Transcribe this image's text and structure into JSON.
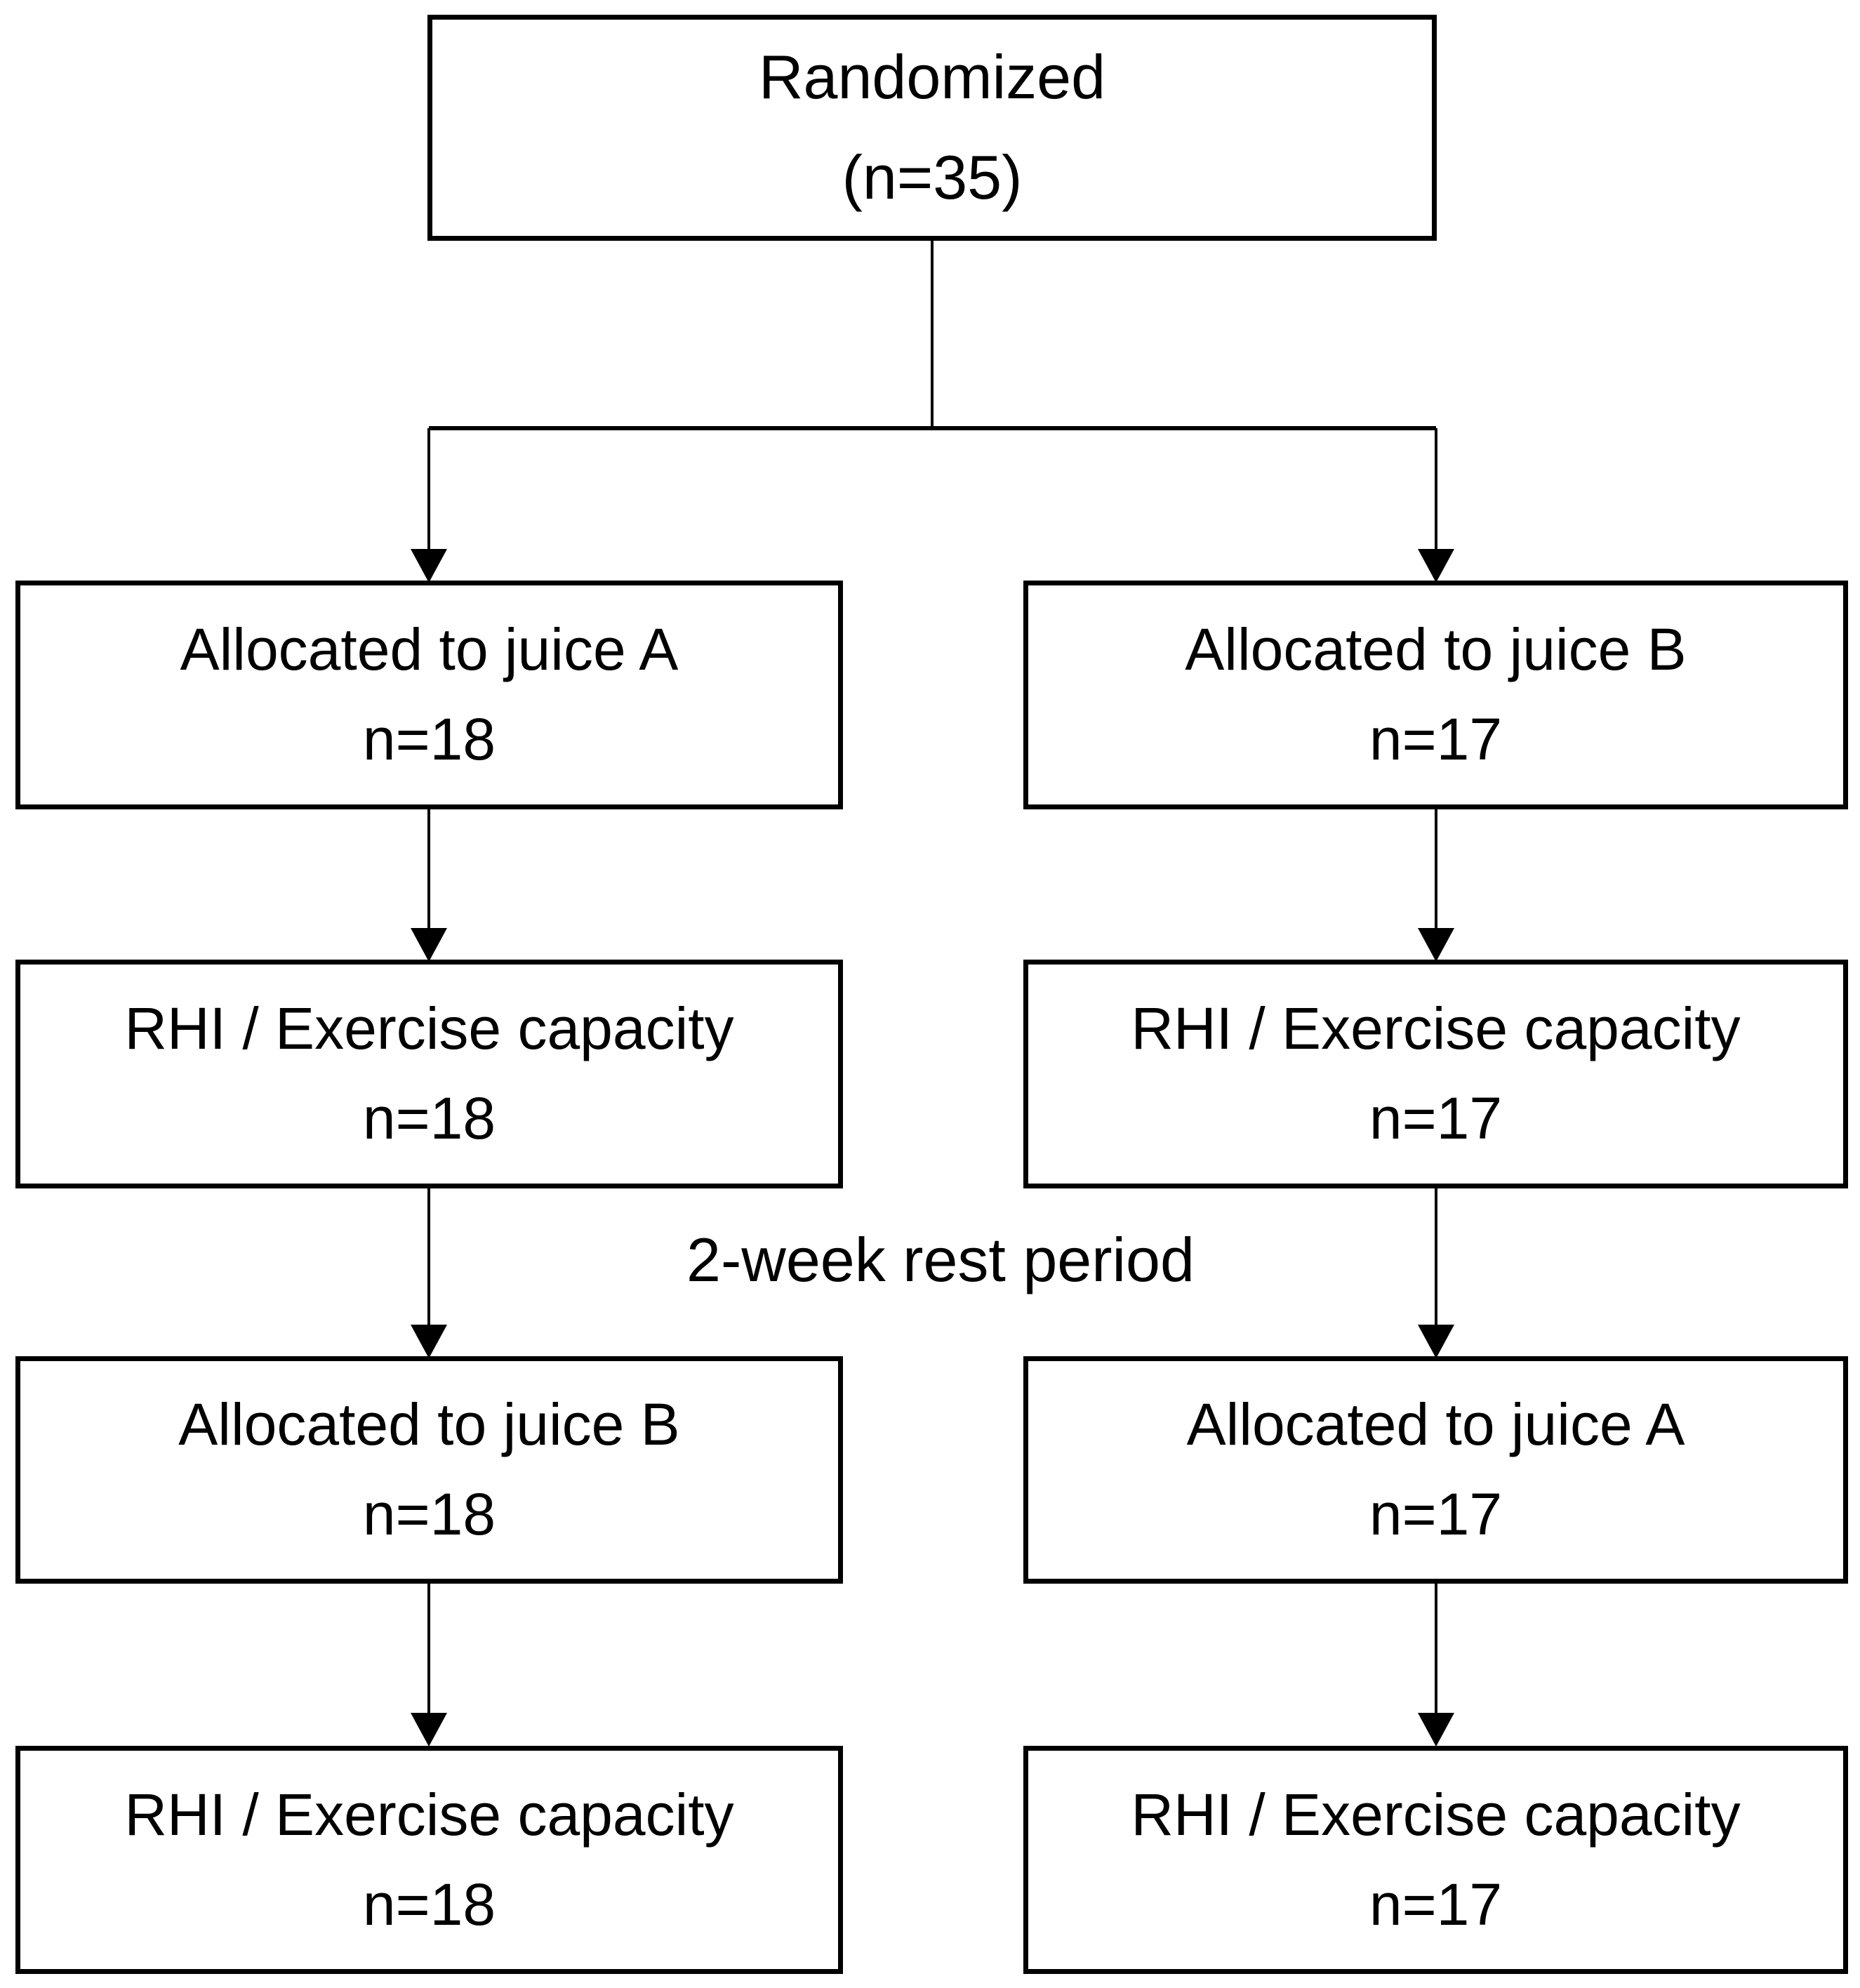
{
  "nodes": {
    "randomized": {
      "line1": "Randomized",
      "line2": "(n=35)"
    },
    "left_alloc_1": {
      "line1": "Allocated to juice A",
      "line2": "n=18"
    },
    "left_rhi_1": {
      "line1": "RHI / Exercise capacity",
      "line2": "n=18"
    },
    "left_alloc_2": {
      "line1": "Allocated to juice B",
      "line2": "n=18"
    },
    "left_rhi_2": {
      "line1": "RHI / Exercise capacity",
      "line2": "n=18"
    },
    "right_alloc_1": {
      "line1": "Allocated to juice B",
      "line2": "n=17"
    },
    "right_rhi_1": {
      "line1": "RHI / Exercise capacity",
      "line2": "n=17"
    },
    "right_alloc_2": {
      "line1": "Allocated to juice A",
      "line2": "n=17"
    },
    "right_rhi_2": {
      "line1": "RHI / Exercise capacity",
      "line2": "n=17"
    }
  },
  "rest_period_label": "2-week rest period",
  "colors": {
    "background": "#ffffff",
    "box_border": "#000000",
    "connector": "#000000",
    "text": "#000000"
  }
}
